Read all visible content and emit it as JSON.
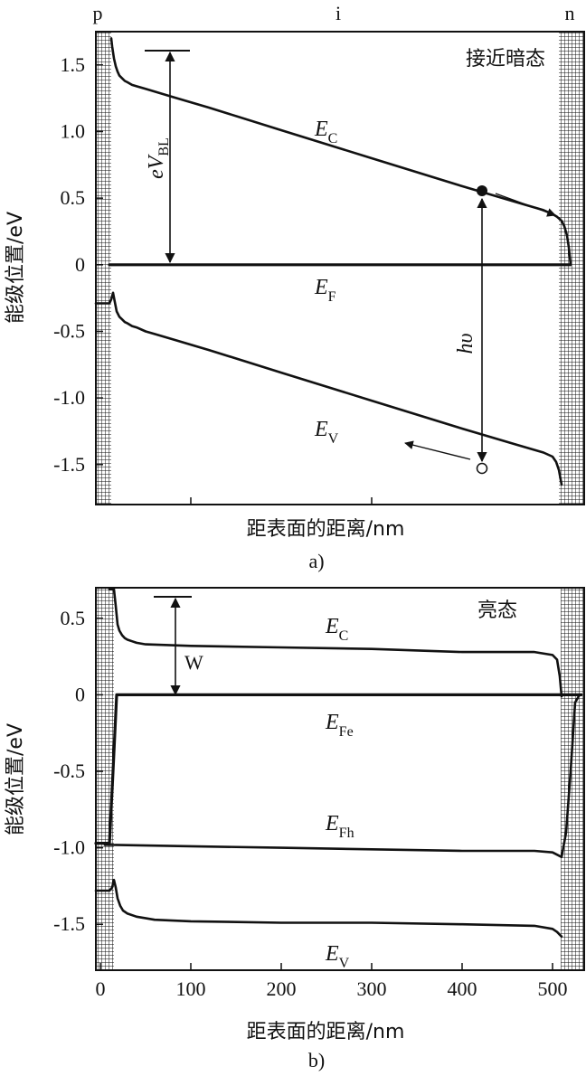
{
  "chart_data": [
    {
      "id": "a",
      "type": "line",
      "xlabel": "距表面的距离/nm",
      "ylabel": "能级位置/eV",
      "caption": "a)",
      "state_label": "接近暗态",
      "top_labels": [
        "p",
        "i",
        "n"
      ],
      "ylim": [
        -1.8,
        1.75
      ],
      "xlim": [
        -5,
        535
      ],
      "y_ticks": [
        1.5,
        1.0,
        0.5,
        0,
        -0.5,
        -1.0,
        -1.5
      ],
      "y_tick_labels": [
        "1.5",
        "1.0",
        "0.5",
        "0",
        "-0.5",
        "-1.0",
        "-1.5"
      ],
      "x_ticks": [
        100,
        300
      ],
      "series": [
        {
          "name": "E_C",
          "label": "E",
          "sub": "C",
          "x": [
            12,
            13,
            15,
            17,
            19,
            21,
            24,
            27,
            30,
            35,
            40,
            50,
            60,
            80,
            120,
            200,
            300,
            400,
            460,
            490,
            500,
            505,
            510,
            513,
            516,
            518,
            520
          ],
          "y": [
            1.7,
            1.64,
            1.55,
            1.49,
            1.45,
            1.42,
            1.4,
            1.38,
            1.37,
            1.35,
            1.34,
            1.32,
            1.3,
            1.26,
            1.18,
            1.01,
            0.8,
            0.59,
            0.47,
            0.41,
            0.38,
            0.36,
            0.33,
            0.29,
            0.22,
            0.13,
            0.0
          ]
        },
        {
          "name": "E_F",
          "label": "E",
          "sub": "F",
          "x": [
            10,
            520
          ],
          "y": [
            0.0,
            0.0
          ]
        },
        {
          "name": "E_V",
          "label": "E",
          "sub": "V",
          "x": [
            -5,
            10,
            12,
            14,
            16,
            18,
            21,
            24,
            27,
            30,
            35,
            40,
            50,
            60,
            80,
            120,
            200,
            300,
            400,
            460,
            490,
            500,
            504,
            507,
            510
          ],
          "y": [
            -0.29,
            -0.29,
            -0.26,
            -0.21,
            -0.28,
            -0.35,
            -0.39,
            -0.41,
            -0.43,
            -0.44,
            -0.46,
            -0.47,
            -0.5,
            -0.52,
            -0.56,
            -0.64,
            -0.81,
            -1.02,
            -1.23,
            -1.35,
            -1.41,
            -1.44,
            -1.48,
            -1.54,
            -1.65
          ]
        }
      ],
      "annotations": [
        {
          "text": "eV",
          "sub": "BL",
          "x": 70,
          "y": 0.83
        },
        {
          "text": "hυ",
          "x": 405,
          "y": -0.57
        }
      ]
    },
    {
      "id": "b",
      "type": "line",
      "xlabel": "距表面的距离/nm",
      "ylabel": "能级位置/eV",
      "caption": "b)",
      "state_label": "亮态",
      "ylim": [
        -1.8,
        0.7
      ],
      "xlim": [
        -5,
        535
      ],
      "y_ticks": [
        0.5,
        0,
        -0.5,
        -1.0,
        -1.5
      ],
      "y_tick_labels": [
        "0.5",
        "0",
        "-0.5",
        "-1.0",
        "-1.5"
      ],
      "x_ticks": [
        0,
        100,
        200,
        300,
        400,
        500
      ],
      "x_tick_labels": [
        "0",
        "100",
        "200",
        "300",
        "400",
        "500"
      ],
      "series": [
        {
          "name": "E_C",
          "label": "E",
          "sub": "C",
          "x": [
            10,
            15,
            17,
            19,
            21,
            24,
            27,
            30,
            35,
            40,
            50,
            100,
            200,
            300,
            400,
            480,
            500,
            505,
            508,
            510
          ],
          "y": [
            0.69,
            0.69,
            0.58,
            0.46,
            0.42,
            0.39,
            0.37,
            0.36,
            0.35,
            0.34,
            0.33,
            0.32,
            0.31,
            0.3,
            0.28,
            0.28,
            0.26,
            0.23,
            0.12,
            -0.01
          ]
        },
        {
          "name": "E_Fe",
          "label": "E",
          "sub": "Fe",
          "x": [
            -5,
            5,
            10,
            14,
            18,
            510,
            525,
            532
          ],
          "y": [
            -0.97,
            -0.97,
            -0.97,
            -0.5,
            0.0,
            0.0,
            0.0,
            0.0
          ]
        },
        {
          "name": "E_Fh",
          "label": "E",
          "sub": "Fh",
          "x": [
            5,
            100,
            200,
            300,
            400,
            480,
            500,
            510,
            515,
            520,
            525,
            530
          ],
          "y": [
            -0.98,
            -0.99,
            -1.0,
            -1.01,
            -1.02,
            -1.02,
            -1.03,
            -1.06,
            -0.9,
            -0.5,
            -0.05,
            0.0
          ]
        },
        {
          "name": "E_V",
          "label": "E",
          "sub": "V",
          "x": [
            -5,
            10,
            13,
            15,
            17,
            19,
            22,
            25,
            30,
            40,
            60,
            100,
            200,
            300,
            400,
            480,
            500,
            505,
            510
          ],
          "y": [
            -1.28,
            -1.28,
            -1.26,
            -1.21,
            -1.26,
            -1.33,
            -1.38,
            -1.41,
            -1.43,
            -1.45,
            -1.47,
            -1.48,
            -1.49,
            -1.49,
            -1.5,
            -1.51,
            -1.53,
            -1.55,
            -1.58
          ]
        }
      ],
      "annotations": [
        {
          "text": "W",
          "x": 98,
          "y": 0.27
        }
      ]
    }
  ]
}
